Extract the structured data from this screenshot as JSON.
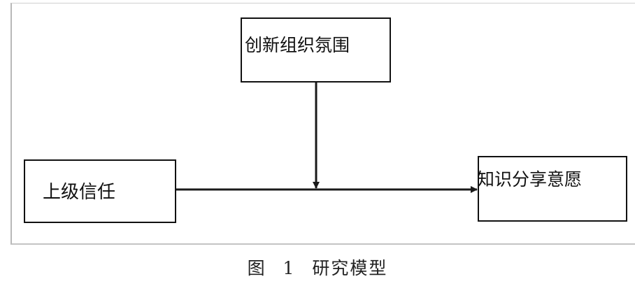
{
  "nodes": {
    "moderator": "创新组织氛围",
    "independent": "上级信任",
    "dependent": "知识分享意愿"
  },
  "caption": "图 1 研究模型",
  "colors": {
    "line": "#1a1a1a",
    "box_border": "#111111",
    "background": "#ffffff"
  }
}
